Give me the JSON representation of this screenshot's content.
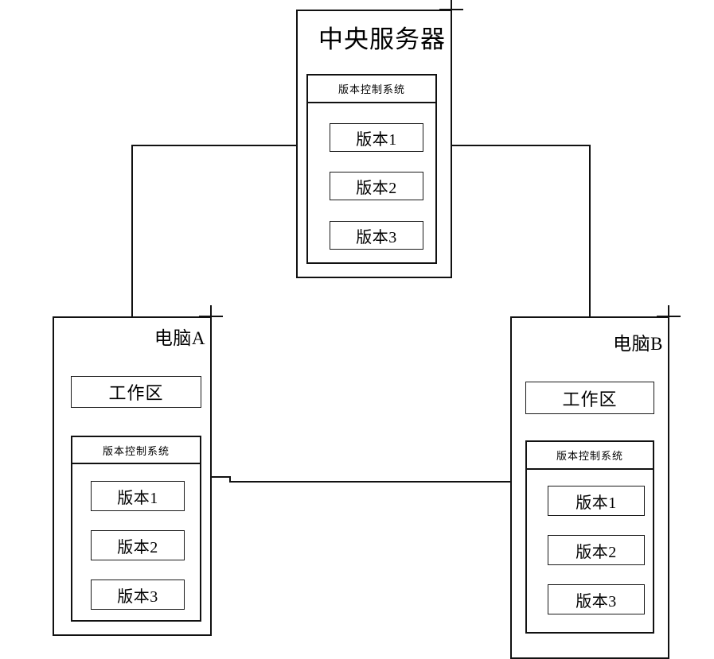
{
  "diagram": {
    "title_text": "",
    "nodes": {
      "server": {
        "title": "中央服务器",
        "vcs_header": "版本控制系统",
        "versions": [
          "版本1",
          "版本2",
          "版本3"
        ]
      },
      "computer_a": {
        "title": "电脑A",
        "workspace": "工作区",
        "vcs_header": "版本控制系统",
        "versions": [
          "版本1",
          "版本2",
          "版本3"
        ]
      },
      "computer_b": {
        "title": "电脑B",
        "workspace": "工作区",
        "vcs_header": "版本控制系统",
        "versions": [
          "版本1",
          "版本2",
          "版本3"
        ]
      }
    },
    "colors": {
      "stroke": "#111111",
      "background": "#ffffff",
      "text": "#000000"
    }
  }
}
